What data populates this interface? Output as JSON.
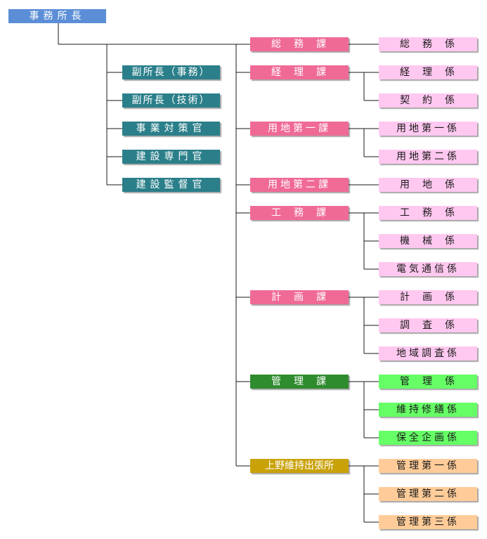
{
  "colors": {
    "chief": "#5b8ed6",
    "staff": "#2a7f8a",
    "division": "#f06a96",
    "section": "#ffc8f0",
    "mgmt_division": "#2e8b2e",
    "mgmt_section": "#66ff66",
    "office": "#c9a20a",
    "office_section": "#ffcc99",
    "line": "#1a1a1a"
  },
  "chief": {
    "label": "事務所長"
  },
  "staff": [
    {
      "label": "副所長（事務）"
    },
    {
      "label": "副所長（技術）"
    },
    {
      "label": "事業対策官"
    },
    {
      "label": "建設専門官"
    },
    {
      "label": "建設監督官"
    }
  ],
  "divisions": [
    {
      "label": "総　務　課",
      "style": "division",
      "sections": [
        "総　務　係"
      ]
    },
    {
      "label": "経　理　課",
      "style": "division",
      "sections": [
        "経　理　係",
        "契　約　係"
      ]
    },
    {
      "label": "用地第一課",
      "style": "division",
      "sections": [
        "用地第一係",
        "用地第二係"
      ]
    },
    {
      "label": "用地第二課",
      "style": "division",
      "sections": [
        "用　地　係"
      ]
    },
    {
      "label": "工　務　課",
      "style": "division",
      "sections": [
        "工　務　係",
        "機　械　係",
        "電気通信係"
      ]
    },
    {
      "label": "計　画　課",
      "style": "division",
      "sections": [
        "計　画　係",
        "調　査　係",
        "地域調査係"
      ]
    },
    {
      "label": "管　理　課",
      "style": "mgmt",
      "sections": [
        "管　理　係",
        "維持修繕係",
        "保全企画係"
      ]
    },
    {
      "label": "上野維持出張所",
      "style": "office",
      "sections": [
        "管理第一係",
        "管理第二係",
        "管理第三係"
      ]
    }
  ]
}
